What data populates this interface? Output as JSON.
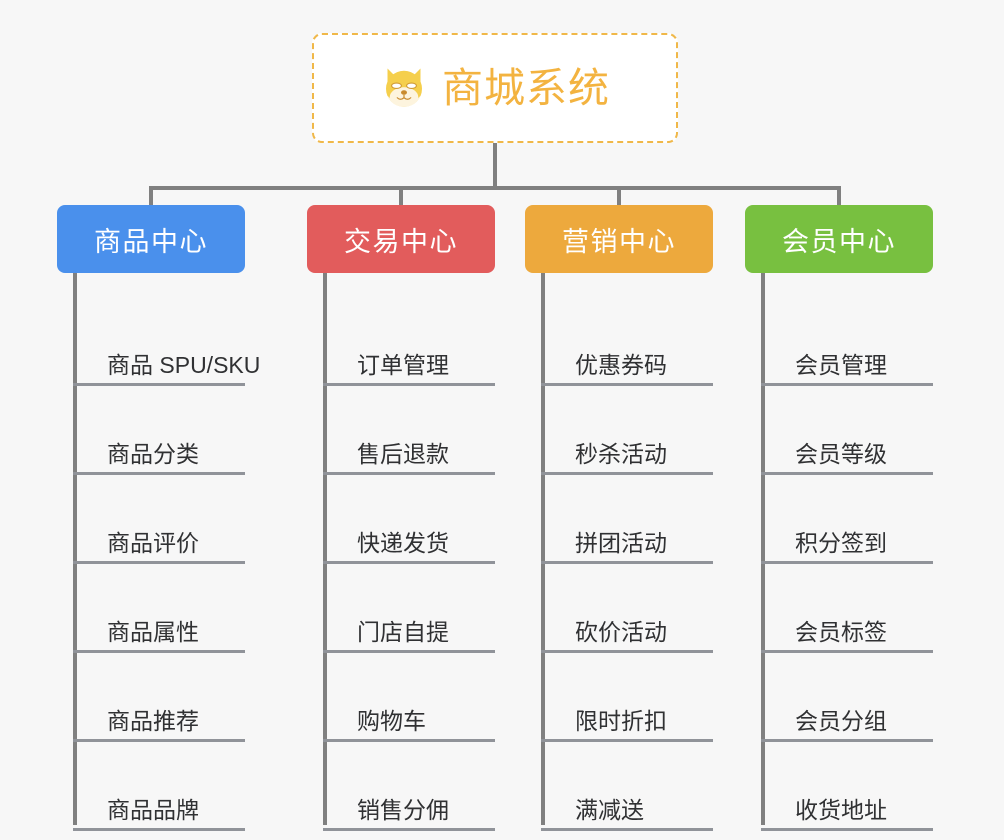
{
  "root": {
    "title": "商城系统",
    "icon": "shiba-dog-face-icon",
    "border_color": "#f0b849",
    "text_color": "#f3b340",
    "background": "#ffffff"
  },
  "page": {
    "background": "#f7f7f7",
    "connector_color": "#808080",
    "rule_color": "#909399",
    "item_text_color": "#303133"
  },
  "columns": [
    {
      "label": "商品中心",
      "color": "#4a90ec",
      "items": [
        "商品 SPU/SKU",
        "商品分类",
        "商品评价",
        "商品属性",
        "商品推荐",
        "商品品牌"
      ]
    },
    {
      "label": "交易中心",
      "color": "#e25c5c",
      "items": [
        "订单管理",
        "售后退款",
        "快递发货",
        "门店自提",
        "购物车",
        "销售分佣"
      ]
    },
    {
      "label": "营销中心",
      "color": "#eda93d",
      "items": [
        "优惠券码",
        "秒杀活动",
        "拼团活动",
        "砍价活动",
        "限时折扣",
        "满减送"
      ]
    },
    {
      "label": "会员中心",
      "color": "#78c040",
      "items": [
        "会员管理",
        "会员等级",
        "积分签到",
        "会员标签",
        "会员分组",
        "收货地址"
      ]
    }
  ]
}
